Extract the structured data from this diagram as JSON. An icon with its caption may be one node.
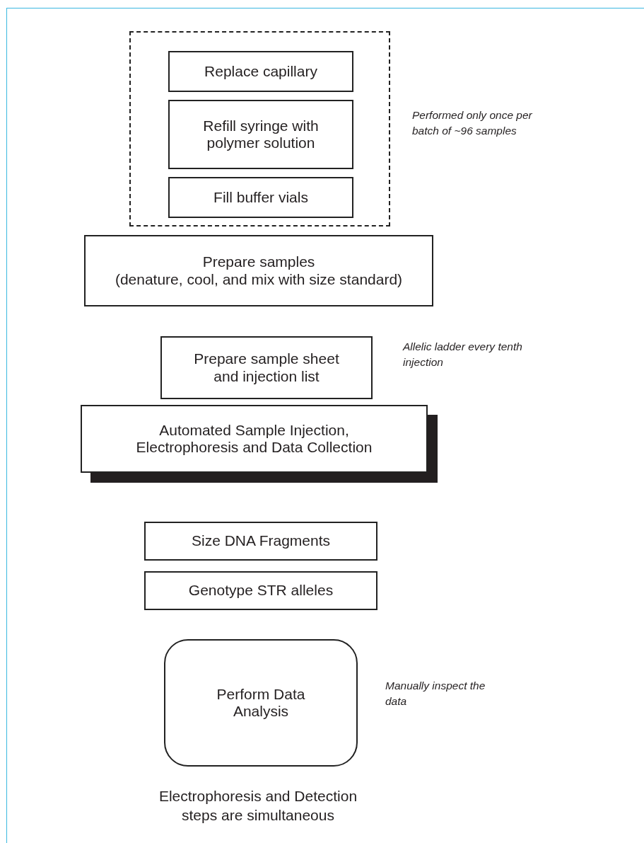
{
  "diagram": {
    "nodes": [
      {
        "text": [],
        "shape": "box",
        "beside": [
          "Performed only once per batch of ~96 samples"
        ]
      },
      {
        "text": [
          "Replace capillary"
        ],
        "in": 0
      },
      {
        "text": [
          "Refill syringe with polymer solution"
        ],
        "in": 0
      },
      {
        "text": [
          "Fill buffer vials"
        ],
        "in": 0
      },
      {
        "text": [
          "Prepare samples",
          "(denature, cool, and mix with size standard)"
        ]
      },
      {
        "text": [
          "Prepare sample sheet and injection list"
        ],
        "beside": [
          "Allelic ladder every tenth injection"
        ]
      },
      {
        "text": [
          "Automated Sample Injection, Electrophoresis and Data Collection"
        ]
      },
      {
        "text": [
          "Size DNA Fragments"
        ]
      },
      {
        "text": [
          "Genotype STR alleles"
        ]
      },
      {
        "text": [
          "Perform Data Analysis"
        ],
        "beside": [
          "Manually inspect the data"
        ]
      }
    ],
    "edges": [],
    "labels": [
      "Electrophoresis and Detection steps are simultaneous"
    ]
  }
}
